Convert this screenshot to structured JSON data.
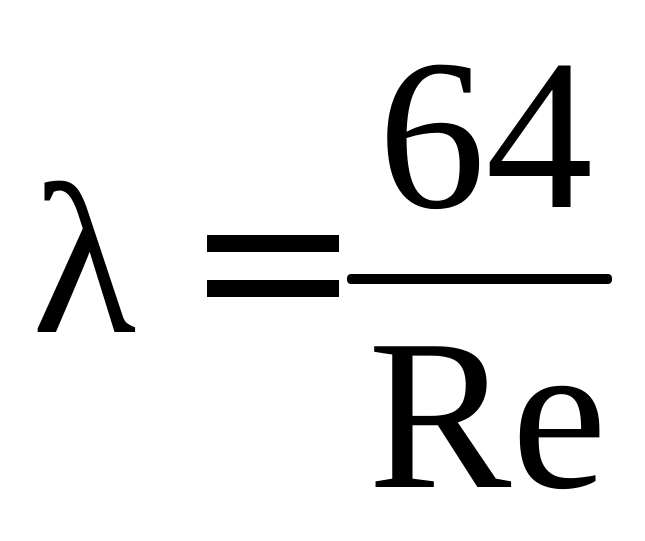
{
  "formula": {
    "lhs": "λ",
    "numerator": "64",
    "denominator": "Re"
  }
}
